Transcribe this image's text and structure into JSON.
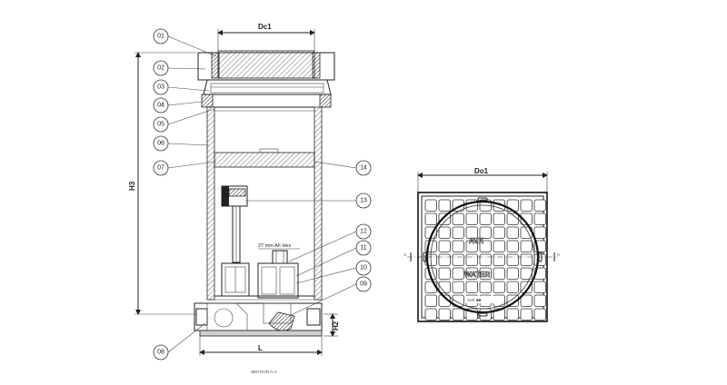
{
  "callouts": [
    "01",
    "02",
    "03",
    "04",
    "05",
    "06",
    "07",
    "08",
    "09",
    "10",
    "11",
    "12",
    "13",
    "14"
  ],
  "dimensions": {
    "dc1": "Dc1",
    "do1": "Do1",
    "h3": "H3",
    "h2": "H2",
    "l": "L"
  },
  "annotations": {
    "hex": "27 mm AF Hex",
    "section_title": "SECTION A-A",
    "section_mark_left": "A",
    "section_mark_right": "A"
  },
  "cover": {
    "logo": "AVK",
    "label": "WATER",
    "small_label": "AVK ■■"
  }
}
